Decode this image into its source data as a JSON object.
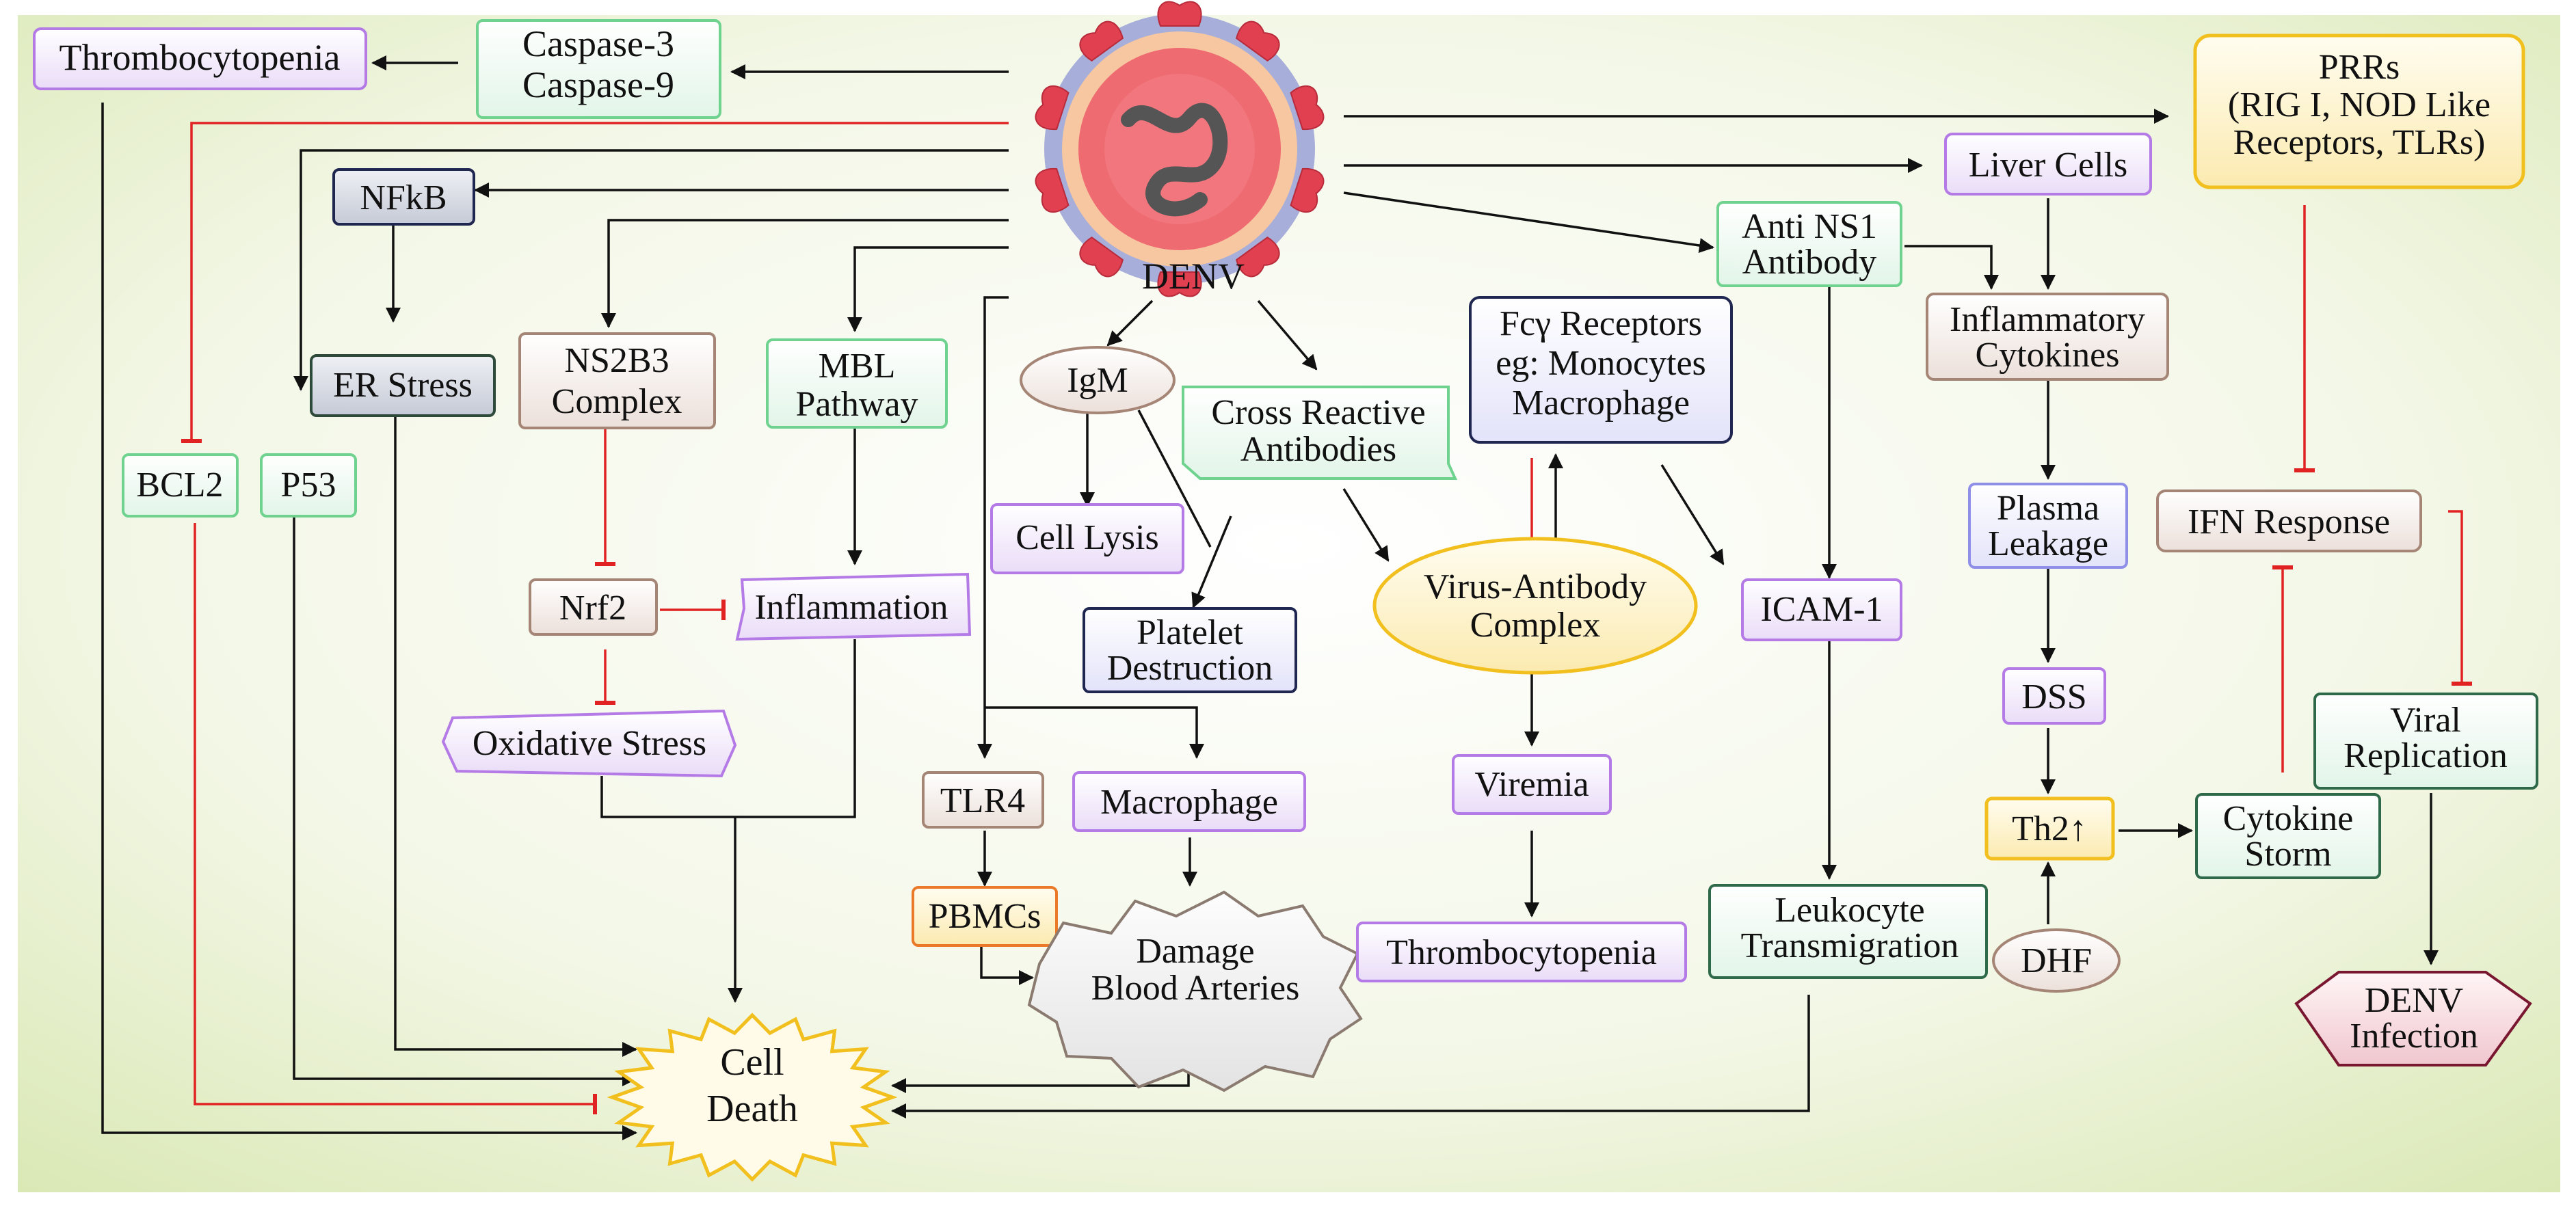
{
  "virus": {
    "label": "DENV"
  },
  "colors": {
    "node_green": "#6fd38f",
    "node_purple": "#b47be6",
    "node_brown": "#a58576",
    "node_blue": "#8f8fe8",
    "node_navy": "#1f2650",
    "node_darkgreen": "#2e6a4a",
    "node_yellow": "#f2c01e",
    "node_orange": "#ea7a2a",
    "node_maroon": "#7a1730",
    "inhibit_red": "#e02222",
    "arrow_black": "#111111"
  },
  "nodes": {
    "thrombocytopenia_top": {
      "label": "Thrombocytopenia"
    },
    "caspase": {
      "lines": [
        "Caspase-3",
        "Caspase-9"
      ]
    },
    "prrs": {
      "lines": [
        "PRRs",
        "(RIG I, NOD Like",
        "Receptors, TLRs)"
      ]
    },
    "liver_cells": {
      "label": "Liver Cells"
    },
    "nfkb": {
      "label": "NFkB"
    },
    "anti_ns1": {
      "lines": [
        "Anti NS1",
        "Antibody"
      ]
    },
    "er_stress": {
      "label": "ER Stress"
    },
    "ns2b3": {
      "lines": [
        "NS2B3",
        "Complex"
      ]
    },
    "mbl": {
      "lines": [
        "MBL",
        "Pathway"
      ]
    },
    "igm": {
      "label": "IgM"
    },
    "cross_reactive": {
      "lines": [
        "Cross Reactive",
        "Antibodies"
      ]
    },
    "fc_receptors": {
      "lines": [
        "Fcγ Receptors",
        "eg: Monocytes",
        "Macrophage"
      ]
    },
    "inflammatory_cytokines": {
      "lines": [
        "Inflammatory",
        "Cytokines"
      ]
    },
    "bcl2": {
      "label": "BCL2"
    },
    "p53": {
      "label": "P53"
    },
    "cell_lysis": {
      "label": "Cell Lysis"
    },
    "plasma_leakage": {
      "lines": [
        "Plasma",
        "Leakage"
      ]
    },
    "ifn_response": {
      "label": "IFN Response"
    },
    "nrf2": {
      "label": "Nrf2"
    },
    "inflammation": {
      "label": "Inflammation"
    },
    "platelet_destruction": {
      "lines": [
        "Platelet",
        "Destruction"
      ]
    },
    "virus_antibody": {
      "lines": [
        "Virus-Antibody",
        "Complex"
      ]
    },
    "icam1": {
      "label": "ICAM-1"
    },
    "dss": {
      "label": "DSS"
    },
    "viral_replication": {
      "lines": [
        "Viral",
        "Replication"
      ]
    },
    "oxidative_stress": {
      "label": "Oxidative Stress"
    },
    "tlr4": {
      "label": "TLR4"
    },
    "macrophage": {
      "label": "Macrophage"
    },
    "viremia": {
      "label": "Viremia"
    },
    "th2": {
      "label": "Th2↑"
    },
    "cytokine_storm": {
      "lines": [
        "Cytokine",
        "Storm"
      ]
    },
    "pbmcs": {
      "label": "PBMCs"
    },
    "damage_arteries": {
      "lines": [
        "Damage",
        "Blood Arteries"
      ]
    },
    "thrombocytopenia_mid": {
      "label": "Thrombocytopenia"
    },
    "leukocyte": {
      "lines": [
        "Leukocyte",
        "Transmigration"
      ]
    },
    "dhf": {
      "label": "DHF"
    },
    "denv_infection": {
      "lines": [
        "DENV",
        "Infection"
      ]
    },
    "cell_death": {
      "lines": [
        "Cell",
        "Death"
      ]
    }
  }
}
